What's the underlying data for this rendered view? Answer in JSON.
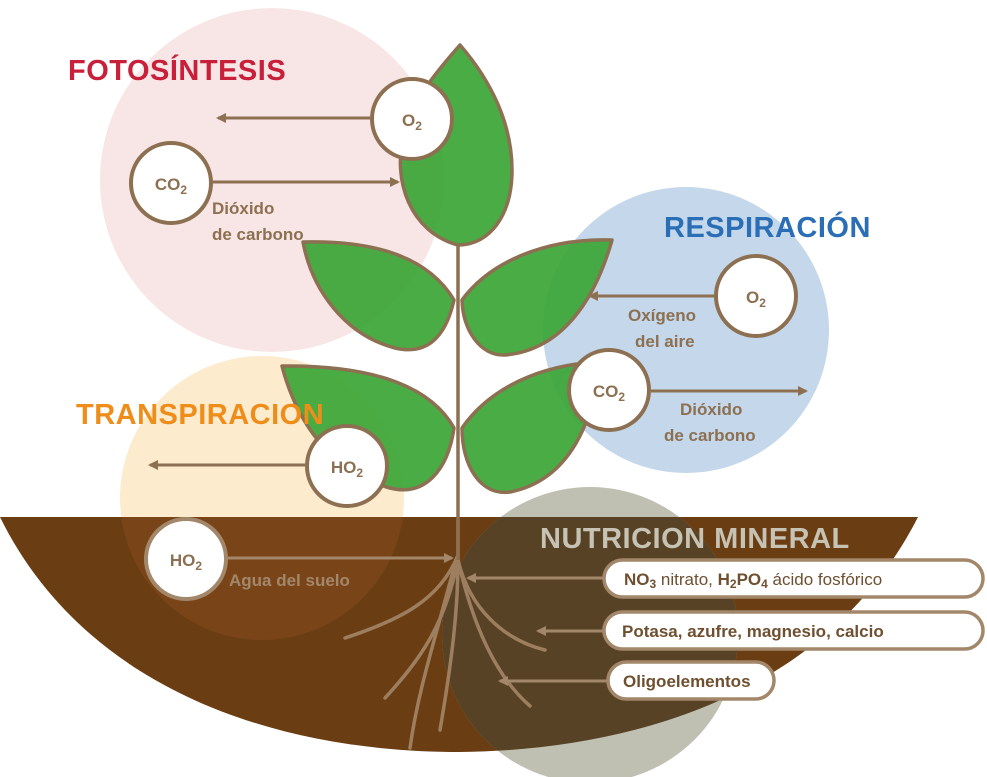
{
  "colors": {
    "fotosintesis": "#c8203a",
    "respiracion": "#2a6fb5",
    "transpiracion": "#ef8d1a",
    "nutricion": "#c6c2b4",
    "brown_line": "#8c7051",
    "soil": "#6b3d13",
    "leaf": "#3aa535",
    "leaf_outline": "#8c7051"
  },
  "sections": {
    "fotosintesis": {
      "title": "FOTOSÍNTESIS",
      "o2": {
        "main": "O",
        "sub": "2"
      },
      "co2": {
        "main": "CO",
        "sub": "2"
      },
      "co2_label_line1": "Dióxido",
      "co2_label_line2": "de carbono"
    },
    "respiracion": {
      "title": "RESPIRACIÓN",
      "o2": {
        "main": "O",
        "sub": "2"
      },
      "o2_label_line1": "Oxígeno",
      "o2_label_line2": "del aire",
      "co2": {
        "main": "CO",
        "sub": "2"
      },
      "co2_label_line1": "Dióxido",
      "co2_label_line2": "de carbono"
    },
    "transpiracion": {
      "title": "TRANSPIRACION",
      "ho2_air": {
        "main": "HO",
        "sub": "2"
      },
      "ho2_soil": {
        "main": "HO",
        "sub": "2"
      },
      "soil_label": "Agua del suelo"
    },
    "nutricion": {
      "title": "NUTRICION MINERAL",
      "nutrient1": {
        "no3_main": "NO",
        "no3_sub": "3",
        "no3_name": " nitrato, ",
        "h2po4_h": "H",
        "h2po4_sub2": "2",
        "h2po4_po": "PO",
        "h2po4_sub4": "4",
        "h2po4_name": " ácido fosfórico"
      },
      "nutrient2": "Potasa, azufre, magnesio, calcio",
      "nutrient3": "Oligoelementos"
    }
  }
}
